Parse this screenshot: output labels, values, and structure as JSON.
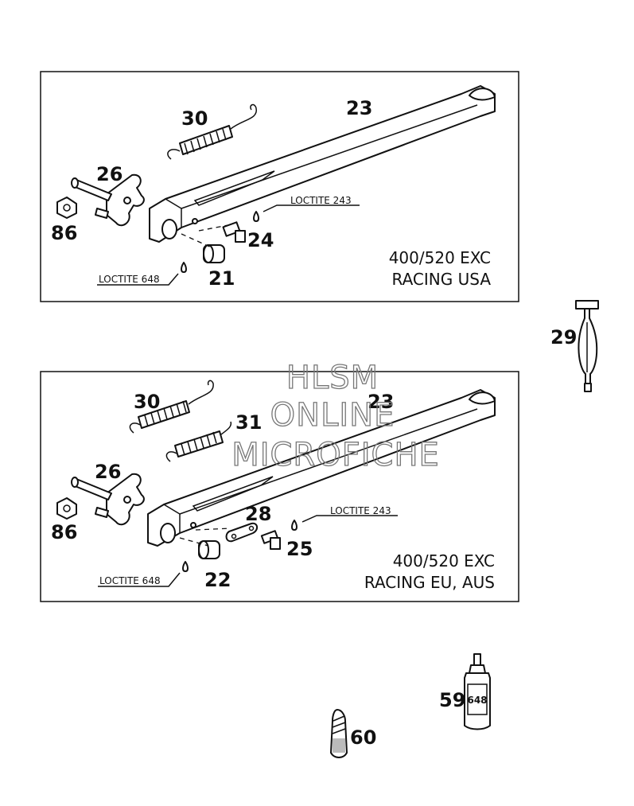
{
  "panel_usa": {
    "model_line1": "400/520 EXC",
    "model_line2": "RACING USA",
    "parts": {
      "spring": "30",
      "stand": "23",
      "bracket": "26",
      "nut": "86",
      "bolt": "24",
      "stopper": "21"
    },
    "loctite_a": "LOCTITE 243",
    "loctite_b": "LOCTITE 648"
  },
  "panel_eu": {
    "model_line1": "400/520 EXC",
    "model_line2": "RACING EU, AUS",
    "parts": {
      "spring_a": "30",
      "spring_b": "31",
      "stand": "23",
      "bracket": "26",
      "nut": "86",
      "plate": "28",
      "bolt": "25",
      "stopper": "22"
    },
    "loctite_a": "LOCTITE 243",
    "loctite_b": "LOCTITE 648"
  },
  "loose_parts": {
    "tool": "29",
    "loctite_bottle": "59",
    "loctite_tube": "60"
  },
  "bottle_label": "648",
  "watermark": [
    "HLSM",
    "ONLINE",
    "MICROFICHE"
  ]
}
